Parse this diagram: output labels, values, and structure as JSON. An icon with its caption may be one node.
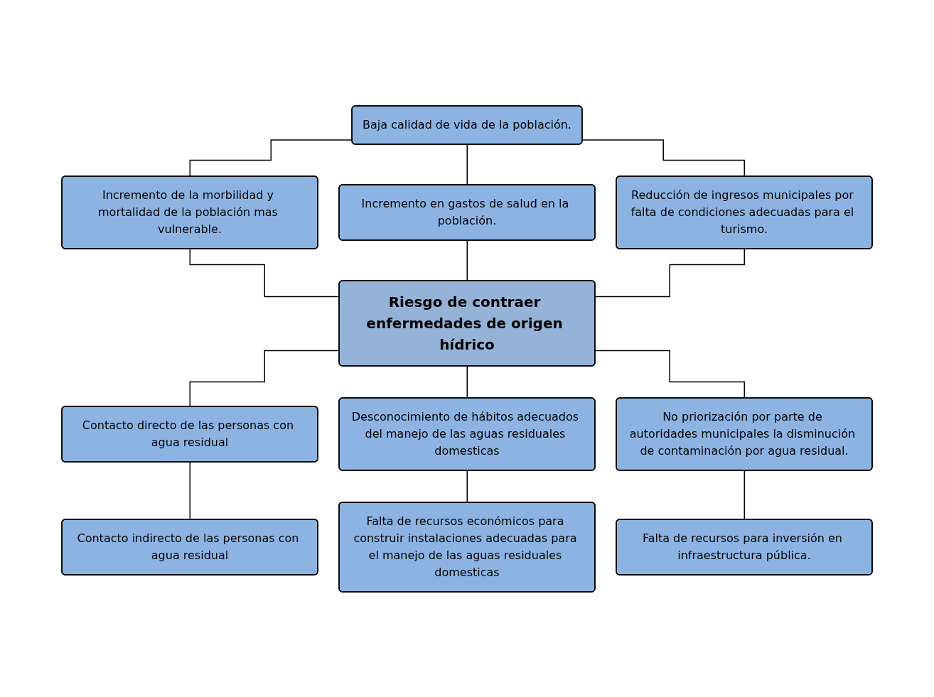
{
  "diagram": {
    "nodes": [
      {
        "text": [
          "Baja calidad de vida de la población."
        ]
      },
      {
        "text": [
          "Incremento de la morbilidad y mortalidad de la población mas vulnerable."
        ]
      },
      {
        "text": [
          "Incremento en gastos de salud en la población."
        ]
      },
      {
        "text": [
          "Reducción de ingresos municipales por falta de condiciones adecuadas para el turismo."
        ]
      },
      {
        "text": [
          "Riesgo de contraer enfermedades de origen hídrico"
        ]
      },
      {
        "text": [
          "Contacto directo de las personas con agua residual"
        ]
      },
      {
        "text": [
          "Desconocimiento de hábitos adecuados del manejo de las aguas residuales domesticas"
        ]
      },
      {
        "text": [
          "No priorización por parte de autoridades municipales la disminución de contaminación por agua residual."
        ]
      },
      {
        "text": [
          "Contacto indirecto de las personas con agua residual"
        ]
      },
      {
        "text": [
          "Falta de recursos económicos para construir instalaciones adecuadas para el manejo de las aguas residuales domesticas"
        ]
      },
      {
        "text": [
          "Falta de recursos para inversión en infraestructura pública."
        ]
      }
    ],
    "edges": [
      {
        "from": 0,
        "to": 1,
        "arrow": "none"
      },
      {
        "from": 0,
        "to": 2,
        "arrow": "none"
      },
      {
        "from": 0,
        "to": 3,
        "arrow": "none"
      },
      {
        "from": 1,
        "to": 4,
        "arrow": "none"
      },
      {
        "from": 2,
        "to": 4,
        "arrow": "none"
      },
      {
        "from": 3,
        "to": 4,
        "arrow": "none"
      },
      {
        "from": 4,
        "to": 5,
        "arrow": "none"
      },
      {
        "from": 4,
        "to": 6,
        "arrow": "none"
      },
      {
        "from": 4,
        "to": 7,
        "arrow": "none"
      },
      {
        "from": 5,
        "to": 8,
        "arrow": "none"
      },
      {
        "from": 6,
        "to": 9,
        "arrow": "none"
      },
      {
        "from": 7,
        "to": 10,
        "arrow": "none"
      }
    ]
  }
}
